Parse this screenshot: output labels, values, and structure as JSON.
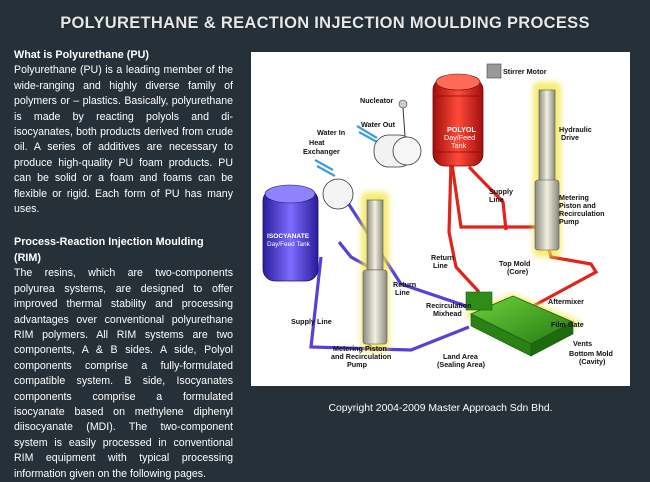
{
  "header": {
    "title": "POLYURETHANE & REACTION INJECTION MOULDING PROCESS"
  },
  "intro": {
    "heading": "What is Polyurethane (PU)",
    "body": "Polyurethane (PU) is a leading member of the wide-ranging and highly diverse family of polymers or – plastics. Basically, polyurethane is made by reacting polyols and di-isocyanates, both products derived from crude oil. A series of additives are necessary to produce high-quality PU foam products. PU can be solid or a foam and foams can be flexible or rigid. Each form of PU has many uses."
  },
  "rim": {
    "heading": "Process-Reaction Injection Moulding (RIM)",
    "body": "The resins, which are two-components polyurea systems, are designed to offer improved thermal stability and processing advantages over conventional polyurethane RIM polymers. All RIM systems are two components, A & B sides. A side, Polyol components comprise a fully-formulated compatible system. B side, Isocyanates components comprise a formulated isocyanate based on methylene diphenyl diisocyanate (MDI). The two-component system is easily processed in conventional RIM equipment with typical processing information given on the following pages."
  },
  "diagram": {
    "labels": {
      "stirrer_motor": "Stirrer Motor",
      "nucleator": "Nucleator",
      "water_out": "Water Out",
      "water_in": "Water In",
      "heat_exchanger_1": "Heat",
      "heat_exchanger_2": "Exchanger",
      "polyol_1": "POLYOL",
      "polyol_2": "Day/Feed",
      "polyol_3": "Tank",
      "hydraulic_1": "Hydraulic",
      "hydraulic_2": "Drive",
      "supply_line_right_1": "Supply",
      "supply_line_right_2": "Line",
      "metering_right_1": "Metering",
      "metering_right_2": "Piston and",
      "metering_right_3": "Recirculation",
      "metering_right_4": "Pump",
      "iso_1": "ISOCYANATE",
      "iso_2": "Day/Feed Tank",
      "return_line_top_1": "Return",
      "return_line_top_2": "Line",
      "top_mold_1": "Top Mold",
      "top_mold_2": "(Core)",
      "return_line_left_1": "Return",
      "return_line_left_2": "Line",
      "recirc_1": "Recirculation",
      "recirc_2": "Mixhead",
      "aftermixer": "Aftermixer",
      "film_gate": "Film Gate",
      "supply_line_left": "Supply Line",
      "vents": "Vents",
      "bottom_mold_1": "Bottom Mold",
      "bottom_mold_2": "(Cavity)",
      "metering_left_1": "Metering Piston",
      "metering_left_2": "and Recirculation",
      "metering_left_3": "Pump",
      "land_area_1": "Land Area",
      "land_area_2": "(Sealing Area)"
    },
    "colors": {
      "polyol": "#e0231b",
      "isocyanate": "#5540d8",
      "mold": "#3aa020",
      "glow": "#f2e640"
    }
  },
  "footer": {
    "copyright": "Copyright 2004-2009 Master Approach Sdn Bhd."
  }
}
